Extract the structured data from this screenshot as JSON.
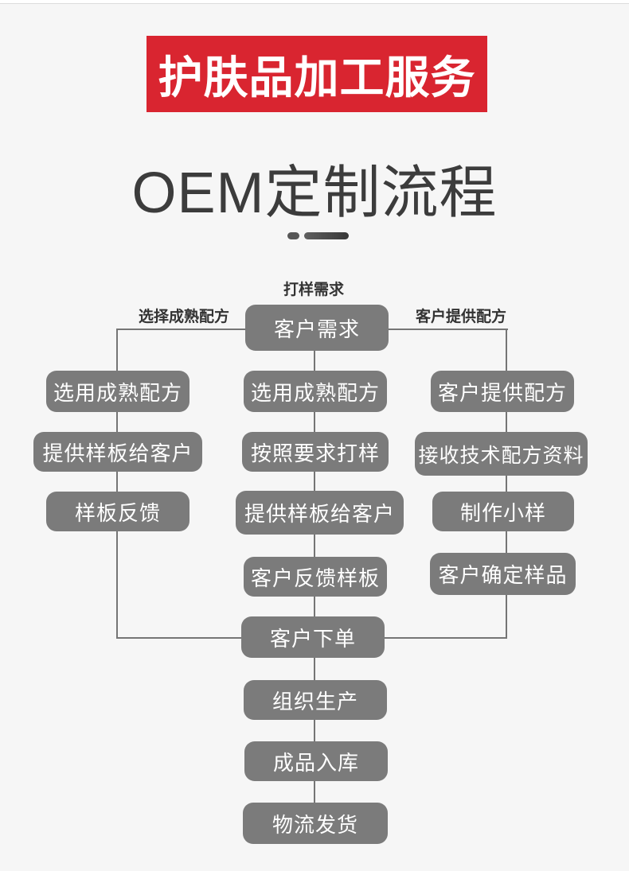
{
  "banner": {
    "title": "护肤品加工服务"
  },
  "heading": {
    "title": "OEM定制流程"
  },
  "flowchart": {
    "top_label": "打样需求",
    "left_branch_label": "选择成熟配方",
    "right_branch_label": "客户提供配方",
    "root": "客户需求",
    "left_column": [
      "选用成熟配方",
      "提供样板给客户",
      "样板反馈"
    ],
    "center_column": [
      "选用成熟配方",
      "按照要求打样",
      "提供样板给客户",
      "客户反馈样板"
    ],
    "right_column": [
      "客户提供配方",
      "接收技术配方资料",
      "制作小样",
      "客户确定样品"
    ],
    "merge_column": [
      "客户下单",
      "组织生产",
      "成品入库",
      "物流发货"
    ]
  },
  "colors": {
    "banner_red": "#d92530",
    "banner_text": "#ffffff",
    "node_gray": "#7b7b7b",
    "node_text": "#ffffff",
    "line_gray": "#757575",
    "title_dark": "#3c3c3c",
    "label_dark": "#333333",
    "page_background": "#f6f6f6"
  }
}
